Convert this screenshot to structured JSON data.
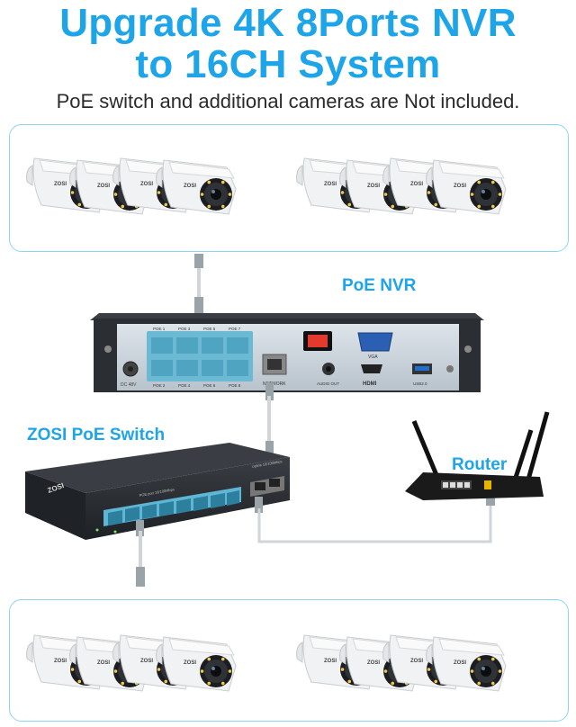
{
  "header": {
    "title_line1": "Upgrade 4K 8Ports NVR",
    "title_line2": "to 16CH System",
    "subtitle": "PoE switch and additional cameras are Not included."
  },
  "labels": {
    "nvr": "PoE NVR",
    "switch": "ZOSI PoE Switch",
    "router": "Router"
  },
  "cameras": {
    "brand": "ZOSI",
    "top_groups": 2,
    "bottom_groups": 2,
    "per_group": 4
  },
  "nvr_panel": {
    "port_labels_top": [
      "POE 1",
      "POE 3",
      "POE 5",
      "POE 7"
    ],
    "port_labels_bottom": [
      "POE 2",
      "POE 4",
      "POE 6",
      "POE 8"
    ],
    "dc_label": "DC 48V",
    "network_label": "NETWORK",
    "audio_label": "AUDIO OUT",
    "vga_label": "VGA",
    "hdmi_label": "HDMI",
    "usb_label": "USB2.0"
  },
  "switch_panel": {
    "brand": "ZOSI",
    "poe_label": "POE port 10/100Mbps",
    "uplink_label": "Uplink 10/100Mbps"
  },
  "colors": {
    "accent": "#1ea4e8",
    "box_border": "#8fd3f2",
    "port_blue": "#5fb6d4",
    "device_dark": "#2a2d31"
  }
}
